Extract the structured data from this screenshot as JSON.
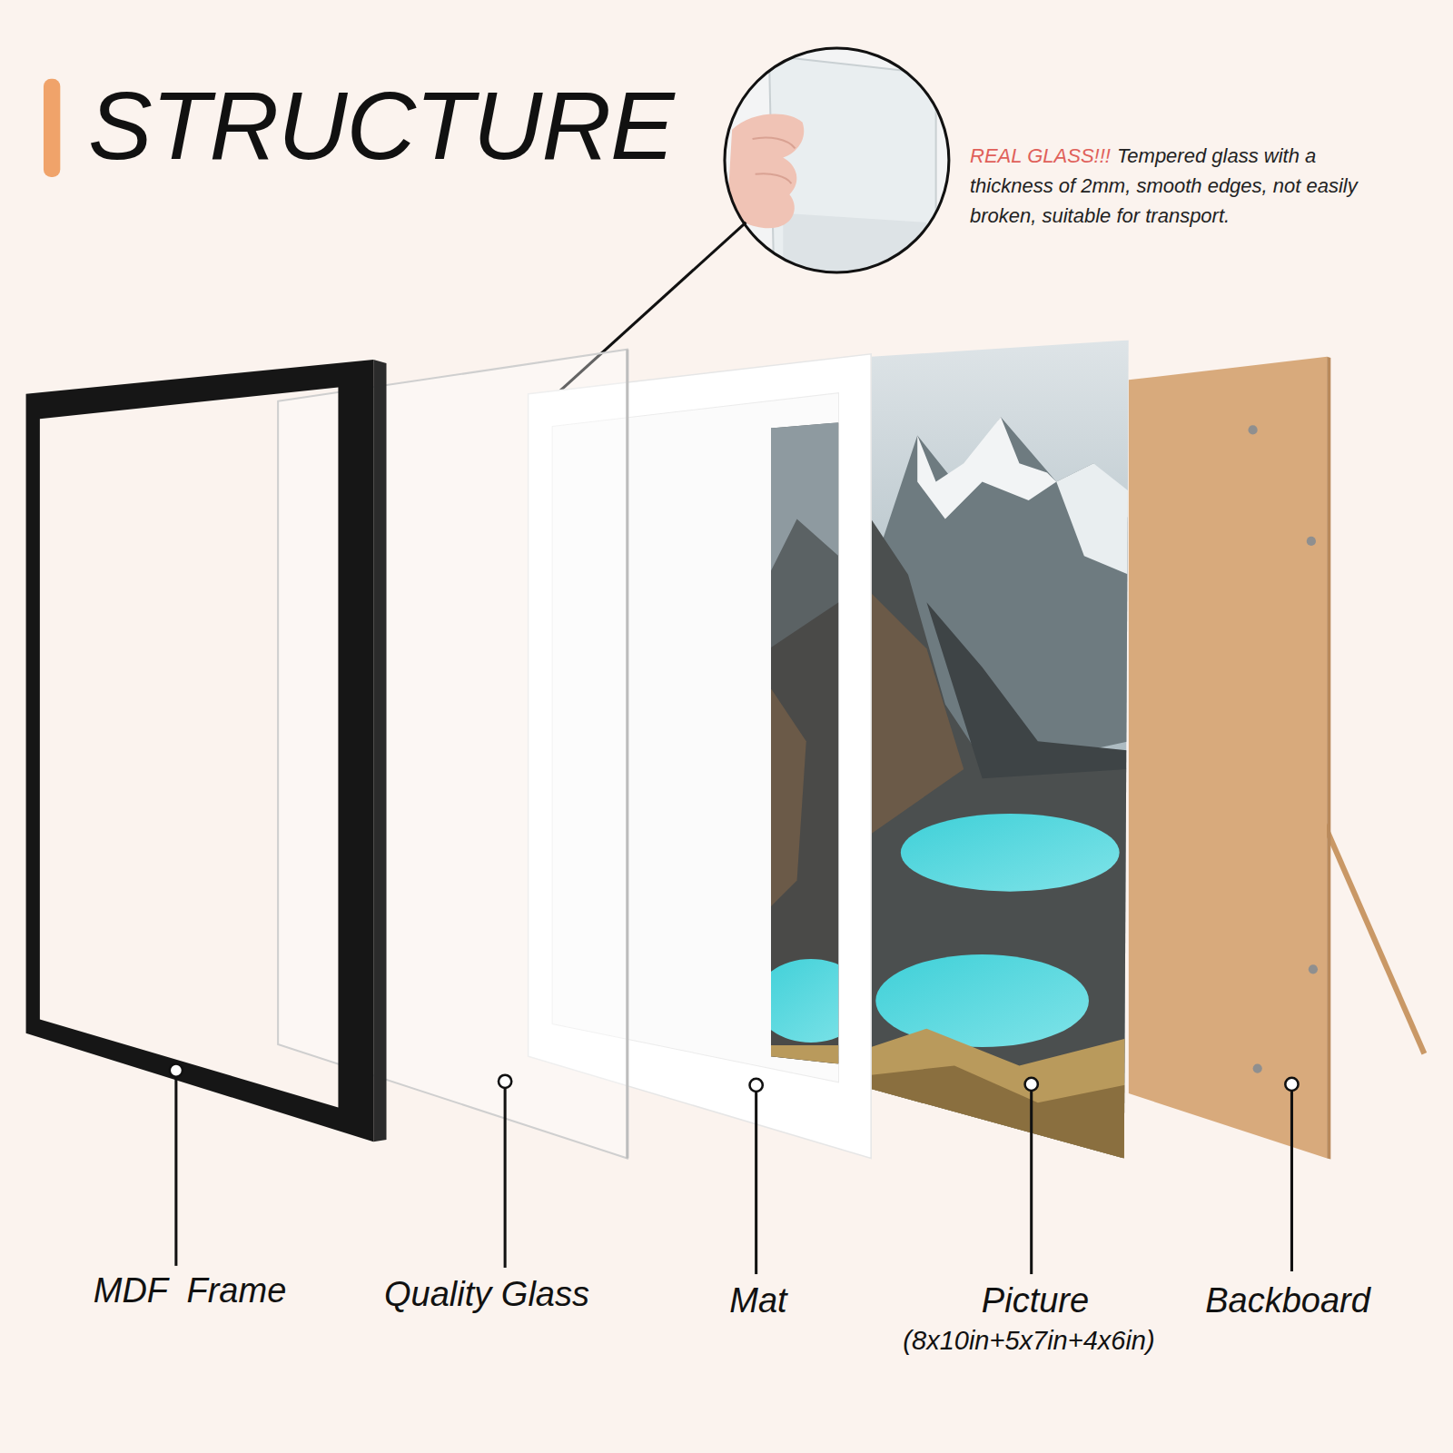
{
  "diagram": {
    "title": "STRUCTURE",
    "labels": [
      "REAL GLASS!!!",
      "Tempered glass with a thickness of 2mm, smooth edges, not easily broken, suitable for transport.",
      "MDF  Frame",
      "Quality Glass",
      "Mat",
      "Picture",
      "(8x10in+5x7in+4x6in)",
      "Backboard"
    ]
  }
}
